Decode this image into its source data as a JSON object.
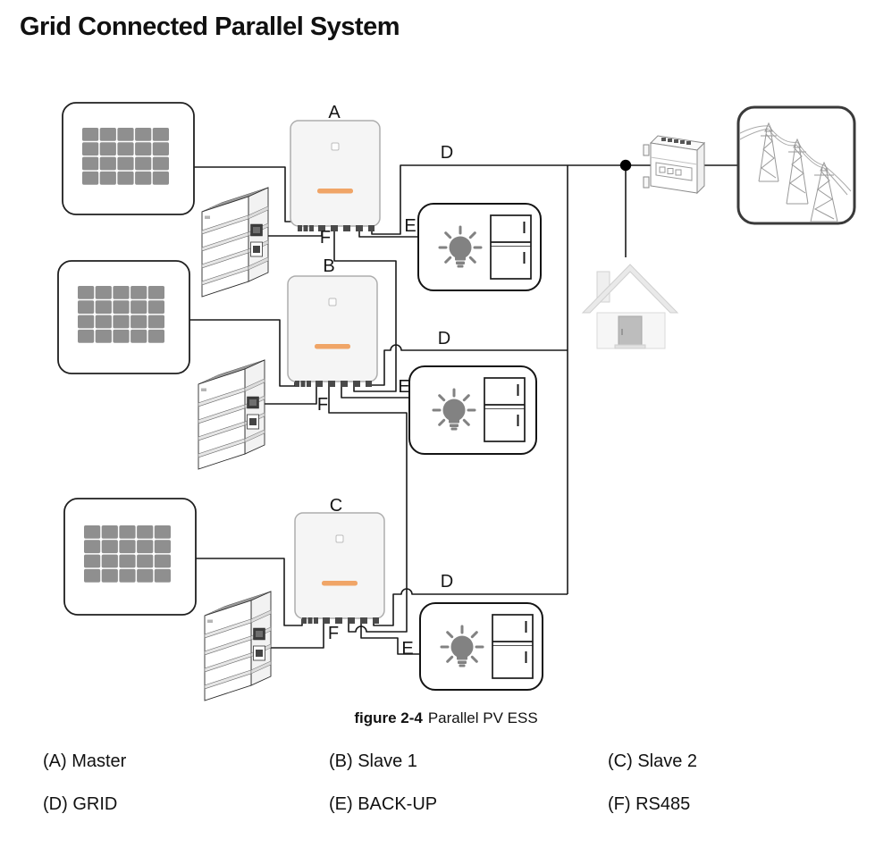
{
  "title": "Grid Connected Parallel System",
  "caption": {
    "figure_number": "figure 2-4",
    "figure_title": "Parallel PV ESS"
  },
  "diagram": {
    "units": [
      {
        "inverter_label": "A",
        "grid_label": "D",
        "backup_label": "E",
        "rs485_label": "F"
      },
      {
        "inverter_label": "B",
        "grid_label": "D",
        "backup_label": "E",
        "rs485_label": "F"
      },
      {
        "inverter_label": "C",
        "grid_label": "D",
        "backup_label": "E",
        "rs485_label": "F"
      }
    ]
  },
  "legend": {
    "rows": [
      [
        "(A) Master",
        "(B) Slave 1",
        "(C) Slave 2"
      ],
      [
        "(D) GRID",
        "(E) BACK-UP",
        "(F) RS485"
      ]
    ]
  },
  "colors": {
    "wire": "#1a1a1a",
    "pv_cell": "#8f8f8f",
    "inverter_body": "#f5f5f5",
    "inverter_logo": "#f0a567",
    "appliance_gray": "#828282"
  }
}
